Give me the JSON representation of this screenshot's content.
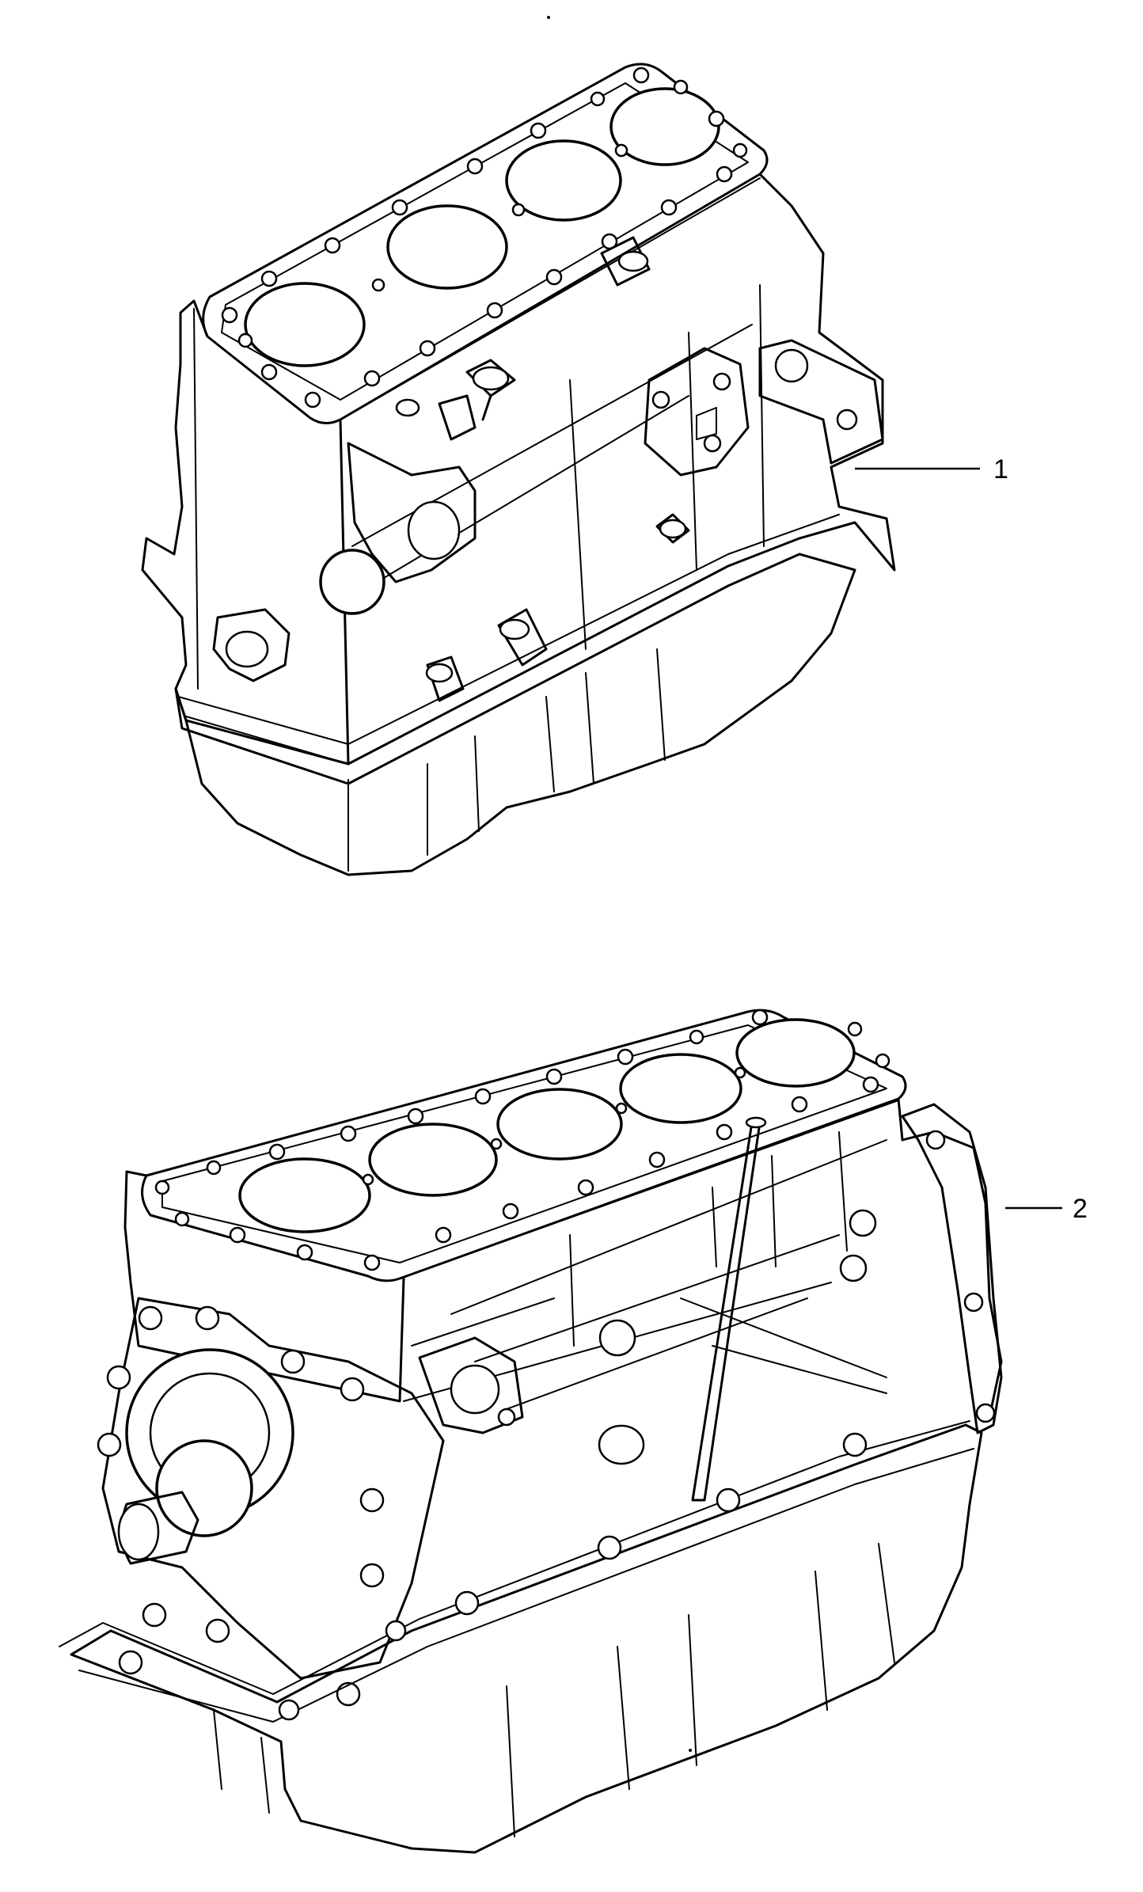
{
  "callouts": [
    {
      "label": "1",
      "part": "engine-block-4-cylinder"
    },
    {
      "label": "2",
      "part": "engine-block-5-cylinder"
    }
  ],
  "colors": {
    "line": "#000000",
    "background": "#ffffff"
  }
}
